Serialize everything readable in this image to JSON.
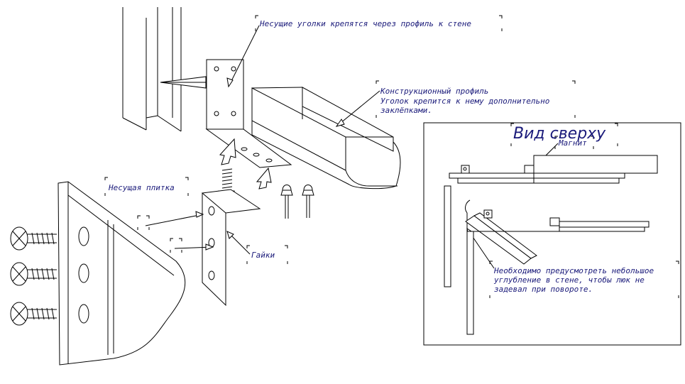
{
  "labels": {
    "wall_brackets": "Несущие уголки крепятся через профиль к стене",
    "profile_title": "Конструкционный профиль",
    "profile_body": "Уголок крепится к нему дополнительно\nзаклёпками.",
    "tile": "Несущая плитка",
    "nuts": "Гайки"
  },
  "top_view": {
    "title": "Вид сверху",
    "magnet": "Магнит",
    "note": "Необходимо предусмотреть небольшое\nуглубление в стене, чтобы люк не\nзадевал при повороте."
  },
  "colors": {
    "line": "#000000",
    "label_text": "#1a1a7a"
  }
}
